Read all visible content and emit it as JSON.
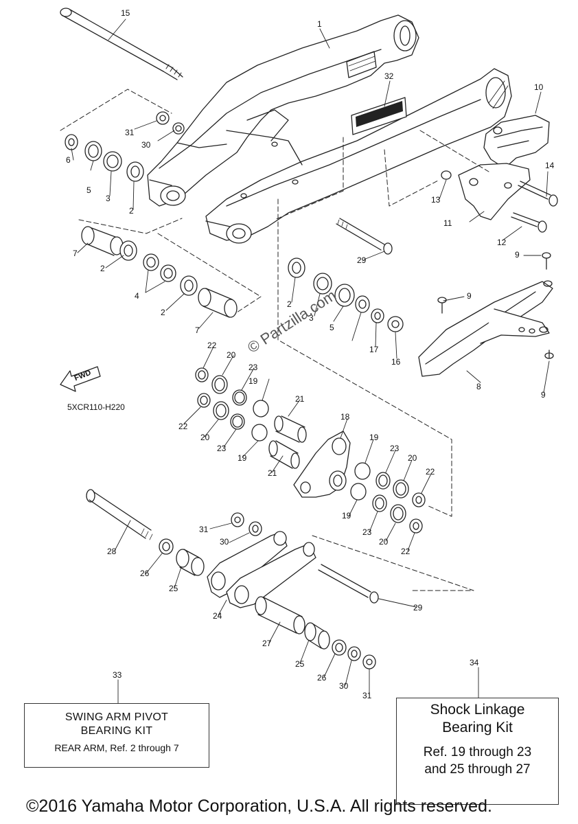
{
  "diagram_code": "5XCR110-H220",
  "watermark": "© Partzilla.com",
  "fwd_label": "FWD",
  "callouts": [
    {
      "id": "c1",
      "text": "1"
    },
    {
      "id": "c2a",
      "text": "2"
    },
    {
      "id": "c2b",
      "text": "2"
    },
    {
      "id": "c2c",
      "text": "2"
    },
    {
      "id": "c2d",
      "text": "2"
    },
    {
      "id": "c3a",
      "text": "3"
    },
    {
      "id": "c3b",
      "text": "3"
    },
    {
      "id": "c4",
      "text": "4"
    },
    {
      "id": "c5a",
      "text": "5"
    },
    {
      "id": "c5b",
      "text": "5"
    },
    {
      "id": "c6",
      "text": "6"
    },
    {
      "id": "c7a",
      "text": "7"
    },
    {
      "id": "c7b",
      "text": "7"
    },
    {
      "id": "c8",
      "text": "8"
    },
    {
      "id": "c9a",
      "text": "9"
    },
    {
      "id": "c9b",
      "text": "9"
    },
    {
      "id": "c9c",
      "text": "9"
    },
    {
      "id": "c10",
      "text": "10"
    },
    {
      "id": "c11",
      "text": "11"
    },
    {
      "id": "c12",
      "text": "12"
    },
    {
      "id": "c13",
      "text": "13"
    },
    {
      "id": "c14",
      "text": "14"
    },
    {
      "id": "c15",
      "text": "15"
    },
    {
      "id": "c16",
      "text": "16"
    },
    {
      "id": "c17",
      "text": "17"
    },
    {
      "id": "c18",
      "text": "18"
    },
    {
      "id": "c19a",
      "text": "19"
    },
    {
      "id": "c19b",
      "text": "19"
    },
    {
      "id": "c19c",
      "text": "19"
    },
    {
      "id": "c19d",
      "text": "19"
    },
    {
      "id": "c20a",
      "text": "20"
    },
    {
      "id": "c20b",
      "text": "20"
    },
    {
      "id": "c20c",
      "text": "20"
    },
    {
      "id": "c20d",
      "text": "20"
    },
    {
      "id": "c21a",
      "text": "21"
    },
    {
      "id": "c21b",
      "text": "21"
    },
    {
      "id": "c22a",
      "text": "22"
    },
    {
      "id": "c22b",
      "text": "22"
    },
    {
      "id": "c22c",
      "text": "22"
    },
    {
      "id": "c22d",
      "text": "22"
    },
    {
      "id": "c23a",
      "text": "23"
    },
    {
      "id": "c23b",
      "text": "23"
    },
    {
      "id": "c23c",
      "text": "23"
    },
    {
      "id": "c23d",
      "text": "23"
    },
    {
      "id": "c24",
      "text": "24"
    },
    {
      "id": "c25a",
      "text": "25"
    },
    {
      "id": "c25b",
      "text": "25"
    },
    {
      "id": "c26a",
      "text": "26"
    },
    {
      "id": "c26b",
      "text": "26"
    },
    {
      "id": "c27",
      "text": "27"
    },
    {
      "id": "c28",
      "text": "28"
    },
    {
      "id": "c29a",
      "text": "29"
    },
    {
      "id": "c29b",
      "text": "29"
    },
    {
      "id": "c30a",
      "text": "30"
    },
    {
      "id": "c30b",
      "text": "30"
    },
    {
      "id": "c30c",
      "text": "30"
    },
    {
      "id": "c31a",
      "text": "31"
    },
    {
      "id": "c31b",
      "text": "31"
    },
    {
      "id": "c31c",
      "text": "31"
    },
    {
      "id": "c32",
      "text": "32"
    },
    {
      "id": "c33",
      "text": "33"
    },
    {
      "id": "c34",
      "text": "34"
    }
  ],
  "kit_33": {
    "line1": "SWING ARM PIVOT",
    "line2": "BEARING KIT",
    "line3": "REAR ARM, Ref. 2 through 7"
  },
  "kit_34": {
    "line1": "Shock Linkage",
    "line2": "Bearing Kit",
    "line3": "Ref. 19 through 23",
    "line4": "and 25 through 27"
  },
  "copyright": "©2016 Yamaha Motor Corporation, U.S.A. All rights reserved."
}
